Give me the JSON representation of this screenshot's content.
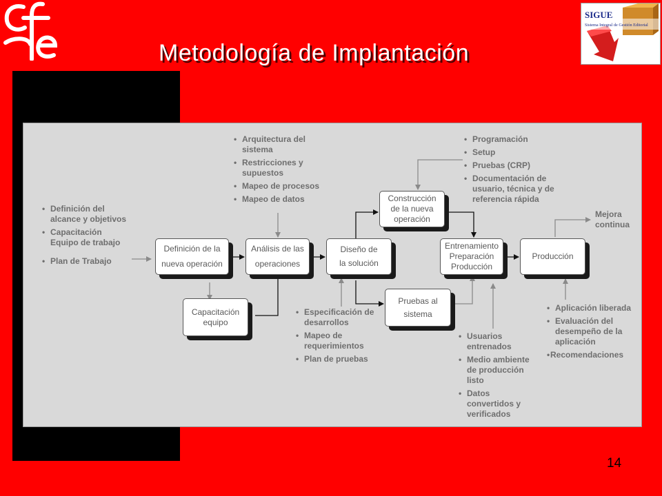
{
  "title": "Metodología de Implantación",
  "logo": {
    "text": "cfe"
  },
  "sigue_logo": {
    "name": "SIGUE",
    "subtitle": "Sistema Integral de Gestión Editorial"
  },
  "page_number": "14",
  "colors": {
    "background": "#ff0000",
    "panel": "#000000",
    "diagram_bg": "#d9d9d9",
    "text": "#6e6e6e"
  },
  "boxes": {
    "definicion": [
      "Definición de la",
      "nueva operación"
    ],
    "capacitacion": [
      "Capacitación",
      "equipo"
    ],
    "analisis": [
      "Análisis de las",
      "operaciones"
    ],
    "diseno": [
      "Diseño de",
      "la solución"
    ],
    "construccion": [
      "Construcción",
      "de la nueva",
      "operación"
    ],
    "pruebas": [
      "Pruebas al",
      "sistema"
    ],
    "entrenamiento": [
      "Entrenamiento",
      "Preparación",
      "Producción"
    ],
    "produccion": [
      "Producción"
    ]
  },
  "lists": {
    "left": [
      "Definición del alcance y objetivos",
      "Capacitación Equipo de trabajo",
      "Plan de Trabajo"
    ],
    "arquitectura": [
      "Arquitectura del sistema",
      "Restricciones y supuestos",
      "Mapeo de procesos",
      "Mapeo de datos"
    ],
    "programacion": [
      "Programación",
      "Setup",
      "Pruebas (CRP)",
      "Documentación de usuario, técnica y de referencia rápida"
    ],
    "especificacion": [
      "Especificación de desarrollos",
      "Mapeo de requerimientos",
      "Plan de pruebas"
    ],
    "usuarios": [
      "Usuarios entrenados",
      "Medio ambiente de producción listo",
      "Datos convertidos y verificados"
    ],
    "aplicacion": [
      "Aplicación liberada",
      "Evaluación del desempeño de la aplicación",
      "Recomendaciones"
    ]
  },
  "notes": {
    "mejora": "Mejora continua"
  }
}
